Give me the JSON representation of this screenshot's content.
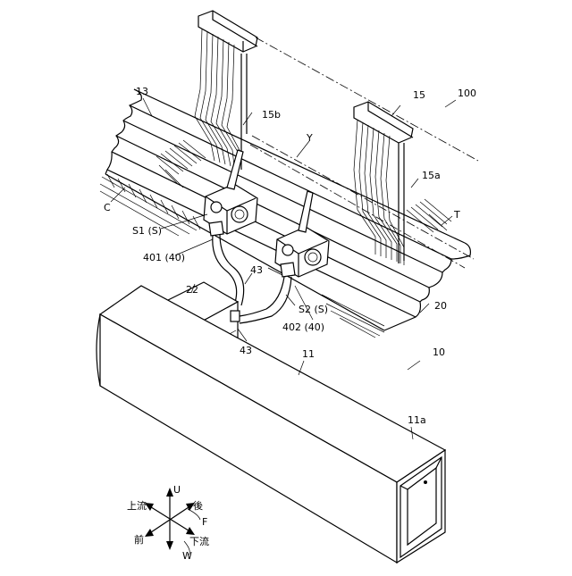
{
  "labels": {
    "n100": "100",
    "n15": "15",
    "n15b": "15b",
    "n13": "13",
    "nY": "Y",
    "n15a": "15a",
    "nT": "T",
    "nC": "C",
    "nS1": "S1 (S)",
    "n401": "401 (40)",
    "n43a": "43",
    "n22": "22",
    "nS2": "S2 (S)",
    "n402": "402 (40)",
    "n20": "20",
    "n43b": "43",
    "n11": "11",
    "n10": "10",
    "n11a": "11a"
  },
  "compass": {
    "up": "U",
    "upstream": "上流",
    "rear": "後",
    "front_label": "F",
    "front": "前",
    "downstream": "下流",
    "down": "W"
  }
}
